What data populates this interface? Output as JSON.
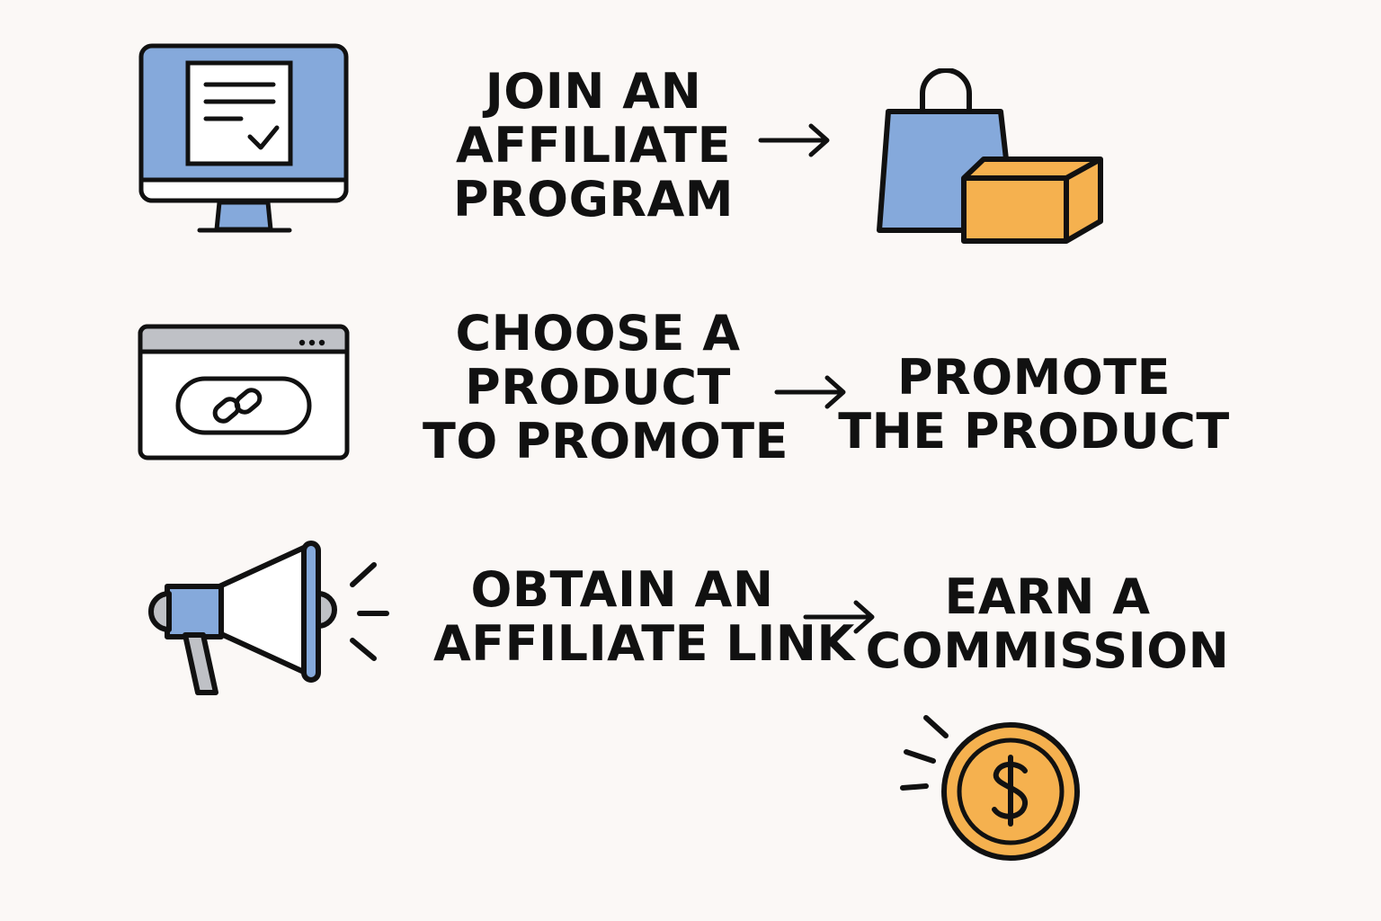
{
  "colors": {
    "background": "#fbf8f6",
    "blue": "#85a9db",
    "orange": "#f5b14f",
    "gray": "#bfc1c6",
    "ink": "#111111"
  },
  "steps": {
    "join": {
      "lines": [
        "JOIN AN",
        "AFFILIATE",
        "PROGRAM"
      ],
      "icon": "computer-checklist-icon"
    },
    "choose": {
      "lines": [
        "CHOOSE A",
        "PRODUCT",
        "TO PROMOTE"
      ],
      "icon": "browser-link-icon"
    },
    "promote": {
      "lines": [
        "PROMOTE",
        "THE PRODUCT"
      ],
      "icon": "megaphone-icon"
    },
    "obtain": {
      "lines": [
        "OBTAIN AN",
        "AFFILIATE LINK"
      ]
    },
    "earn": {
      "lines": [
        "EARN A",
        "COMMISSION"
      ],
      "icon": "dollar-coin-icon"
    }
  },
  "icons": {
    "shopping": "shopping-bag-box-icon",
    "arrow": "right-arrow-icon"
  }
}
